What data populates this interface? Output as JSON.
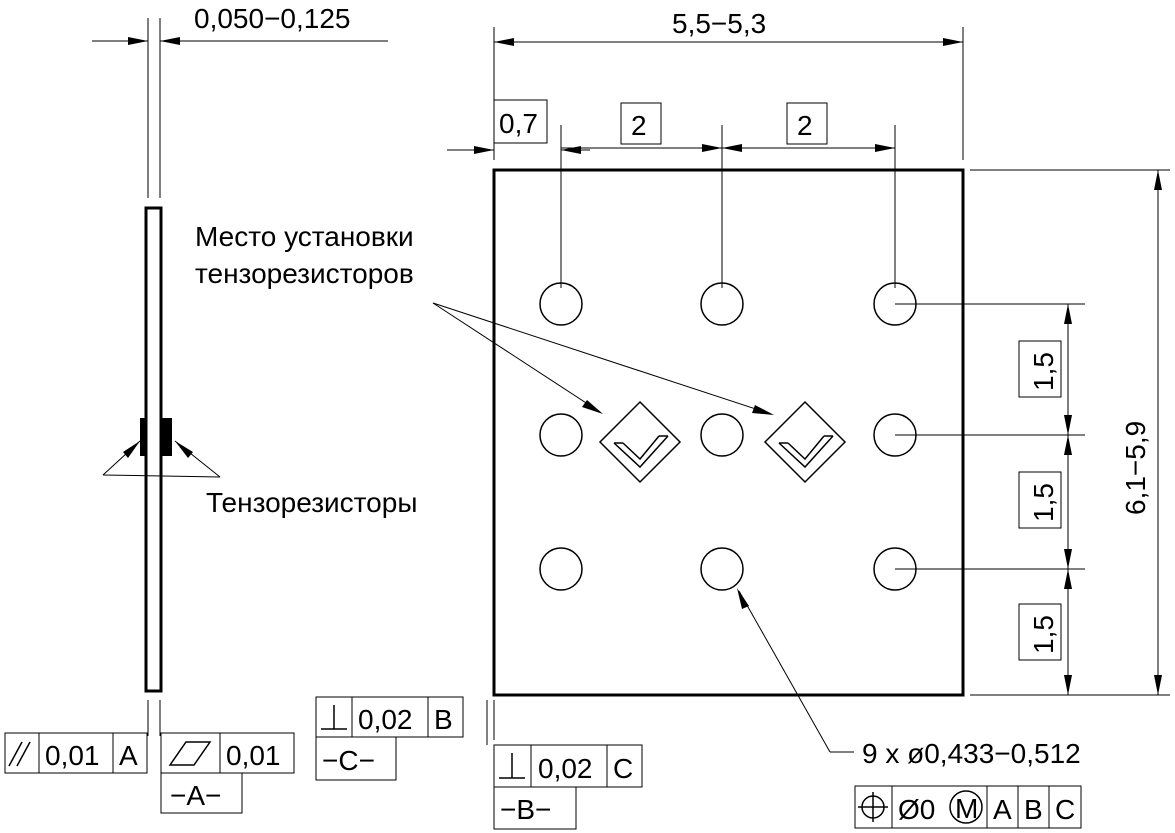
{
  "dimensions": {
    "thickness": "0,050−0,125",
    "width": "5,5−5,3",
    "edge_offset": "0,7",
    "pitch_h1": "2",
    "pitch_h2": "2",
    "height": "6,1−5,9",
    "pitch_v1": "1,5",
    "pitch_v2": "1,5",
    "pitch_v3": "1,5"
  },
  "labels": {
    "install_place_line1": "Место установки",
    "install_place_line2": "тензорезисторов",
    "strain_gauges": "Тензорезисторы",
    "holes": "9 x ø0,433−0,512"
  },
  "tolerances": {
    "parallelism": {
      "value": "0,01",
      "datum": "A"
    },
    "flatness": {
      "value": "0,01"
    },
    "datum_A": "−A−",
    "perp_C": {
      "value": "0,02",
      "datum": "B"
    },
    "datum_C": "−C−",
    "perp_B": {
      "value": "0,02",
      "datum": "C"
    },
    "datum_B": "−B−",
    "position": {
      "value": "Ø0",
      "modifier": "M",
      "datums": [
        "A",
        "B",
        "C"
      ]
    }
  }
}
